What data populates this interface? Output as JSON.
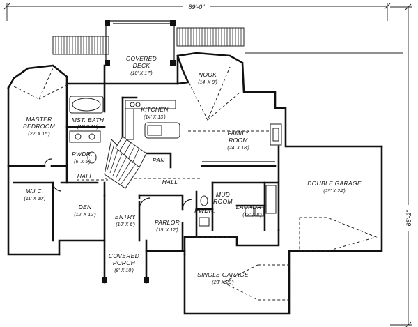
{
  "dimensions": {
    "width": "89'-0\"",
    "depth": "65'-2\""
  },
  "rooms": {
    "covered_deck": {
      "name": [
        "COVERED",
        "DECK"
      ],
      "size": "(18' X 17')"
    },
    "nook": {
      "name": [
        "NOOK"
      ],
      "size": "(14' X 9')"
    },
    "master_bedroom": {
      "name": [
        "MASTER",
        "BEDROOM"
      ],
      "size": "(22' X 15')"
    },
    "mst_bath": {
      "name": [
        "MST. BATH"
      ],
      "size": "(11' X 11')"
    },
    "kitchen": {
      "name": [
        "KITCHEN"
      ],
      "size": "(14' X 13')"
    },
    "family_room": {
      "name": [
        "FAMILY",
        "ROOM"
      ],
      "size": "(24' X 18')"
    },
    "pwdr_1": {
      "name": [
        "PWDR."
      ],
      "size": "(6' X 5')"
    },
    "pan": {
      "name": [
        "PAN."
      ]
    },
    "hall_1": {
      "name": [
        "HALL"
      ]
    },
    "hall_2": {
      "name": [
        "HALL"
      ]
    },
    "wic": {
      "name": [
        "W.I.C."
      ],
      "size": "(11' X 10')"
    },
    "den": {
      "name": [
        "DEN"
      ],
      "size": "(12' X 12')"
    },
    "entry": {
      "name": [
        "ENTRY"
      ],
      "size": "(10' X 6')"
    },
    "parlor": {
      "name": [
        "PARLOR"
      ],
      "size": "(15' X 12')"
    },
    "mud_room": {
      "name": [
        "MUD",
        "ROOM"
      ]
    },
    "pwdr_2": {
      "name": [
        "PWDR."
      ]
    },
    "laundry": {
      "name": [
        "LAUNDRY"
      ],
      "size": "(13' X 8')"
    },
    "double_garage": {
      "name": [
        "DOUBLE GARAGE"
      ],
      "size": "(25' X 24')"
    },
    "covered_porch": {
      "name": [
        "COVERED",
        "PORCH"
      ],
      "size": "(8' X 10')"
    },
    "single_garage": {
      "name": [
        "SINGLE GARAGE"
      ],
      "size": "(23' X 20')"
    }
  }
}
